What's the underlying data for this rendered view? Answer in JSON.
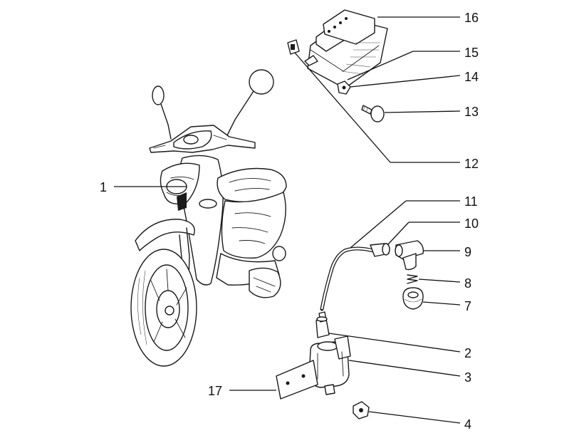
{
  "callouts": [
    {
      "id": "16",
      "label": "16"
    },
    {
      "id": "15",
      "label": "15"
    },
    {
      "id": "14",
      "label": "14"
    },
    {
      "id": "13",
      "label": "13"
    },
    {
      "id": "12",
      "label": "12"
    },
    {
      "id": "11",
      "label": "11"
    },
    {
      "id": "10",
      "label": "10"
    },
    {
      "id": "9",
      "label": "9"
    },
    {
      "id": "8",
      "label": "8"
    },
    {
      "id": "7",
      "label": "7"
    },
    {
      "id": "2",
      "label": "2"
    },
    {
      "id": "3",
      "label": "3"
    },
    {
      "id": "4",
      "label": "4"
    },
    {
      "id": "17",
      "label": "17"
    },
    {
      "id": "1",
      "label": "1"
    }
  ]
}
